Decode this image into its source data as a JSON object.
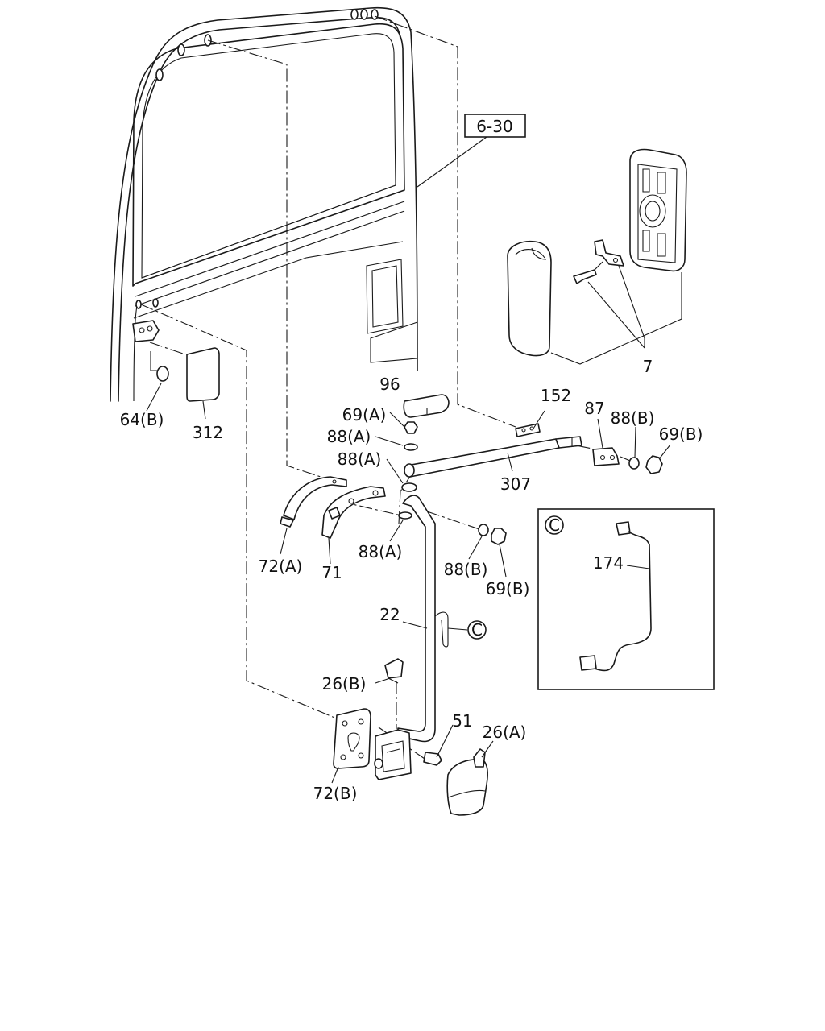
{
  "diagram": {
    "ref_box_label": "6-30",
    "detail_marker": "C",
    "callouts": {
      "c7": "7",
      "c96": "96",
      "c152": "152",
      "c69a": "69(A)",
      "c88a_1": "88(A)",
      "c88a_2": "88(A)",
      "c88a_3": "88(A)",
      "c87": "87",
      "c88b_1": "88(B)",
      "c69b_1": "69(B)",
      "c307": "307",
      "c64b": "64(B)",
      "c312": "312",
      "c72a": "72(A)",
      "c71": "71",
      "c88b_2": "88(B)",
      "c69b_2": "69(B)",
      "c22": "22",
      "c26b": "26(B)",
      "c51": "51",
      "c26a": "26(A)",
      "c72b": "72(B)",
      "c174": "174"
    }
  }
}
